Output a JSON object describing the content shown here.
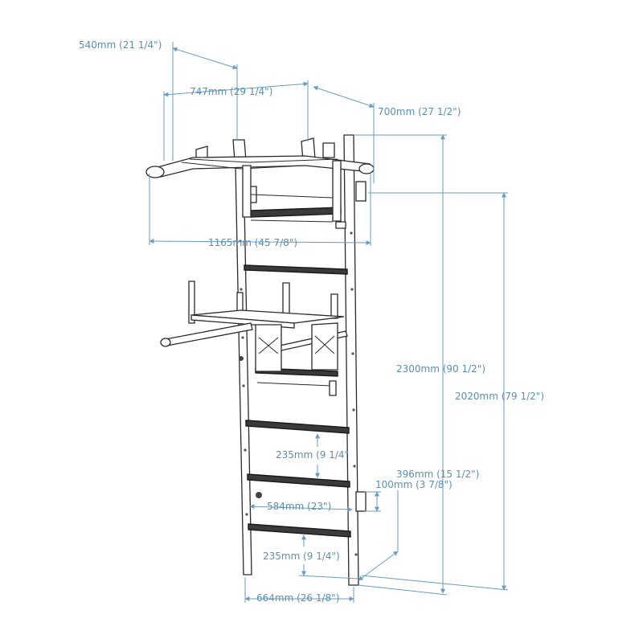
{
  "diagram": {
    "colors": {
      "dimension": "#5b8fb3",
      "line": "#6a9cc2",
      "drawing": "#2a2a2a"
    },
    "dimensions": {
      "top_depth": "540mm (21 1/4\")",
      "upper_bar_width": "747mm (29 1/4\")",
      "bracket_depth": "700mm (27 1/2\")",
      "overall_span": "1165mm (45 7/8\")",
      "total_height": "2300mm (90 1/2\")",
      "ladder_height": "2020mm (79 1/2\")",
      "rung_spacing_upper": "235mm (9 1/4\"",
      "base_depth": "396mm (15 1/2\")",
      "bracket_offset": "100mm (3 7/8\")",
      "rung_width": "584mm (23\")",
      "rung_spacing_lower": "235mm (9 1/4\")",
      "frame_width": "664mm (26 1/8\")"
    }
  }
}
